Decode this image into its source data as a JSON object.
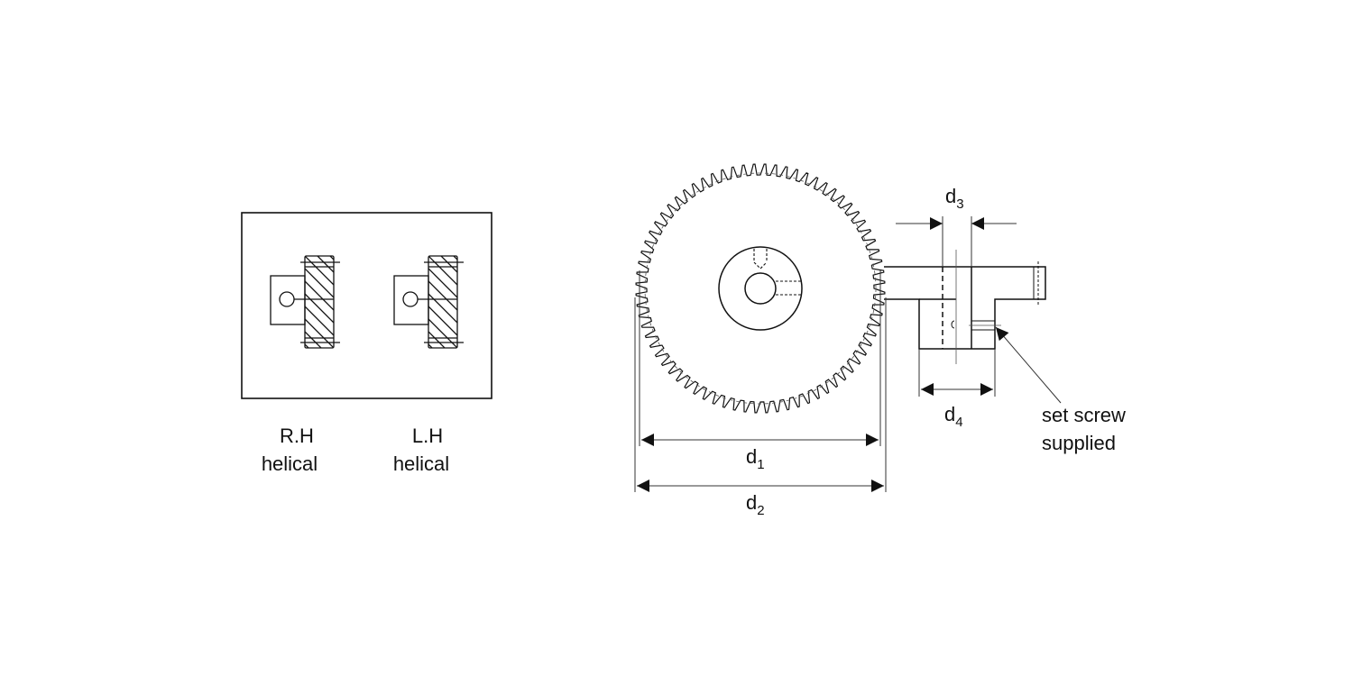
{
  "helix_panel": {
    "right_hand": {
      "line1": "R.H",
      "line2": "helical"
    },
    "left_hand": {
      "line1": "L.H",
      "line2": "helical"
    }
  },
  "dimensions": {
    "d1": {
      "base": "d",
      "sub": "1"
    },
    "d2": {
      "base": "d",
      "sub": "2"
    },
    "d3": {
      "base": "d",
      "sub": "3"
    },
    "d4": {
      "base": "d",
      "sub": "4"
    }
  },
  "annotation": {
    "line1": "set screw",
    "line2": "supplied"
  },
  "gear": {
    "teeth": 72
  },
  "colors": {
    "line": "#111111",
    "thin": "#555555"
  }
}
